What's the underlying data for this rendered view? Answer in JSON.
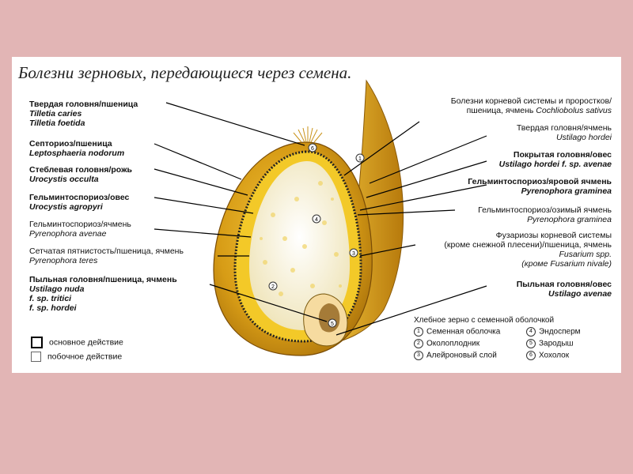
{
  "title": "Болезни  зерновых,  передающиеся через семена.",
  "left_labels": [
    {
      "l1": "Твердая головня/пшеница",
      "l2": "Tilletia caries",
      "l3": "Tilletia foetida",
      "major": true
    },
    {
      "l1": "Септориоз/пшеница",
      "l2": "Leptosphaeria nodorum",
      "major": true
    },
    {
      "l1": "Стеблевая головня/рожь",
      "l2": "Urocystis occulta",
      "major": true
    },
    {
      "l1": "Гельминтоспориоз/овес",
      "l2": "Urocystis agropyri",
      "major": true
    },
    {
      "l1": "Гельминтоспориоз/ячмень",
      "l2": "Pyrenophora avenae",
      "major": false
    },
    {
      "l1": "Сетчатая пятнистость/пшеница, ячмень",
      "l2": "Pyrenophora teres",
      "major": false
    },
    {
      "l1": "Пыльная головня/пшеница, ячмень",
      "l2": "Ustilago nuda",
      "l3": "f. sp. tritici",
      "l4": "f. sp. hordei",
      "major": true
    }
  ],
  "right_labels": [
    {
      "l1": "Болезни корневой системы и проростков/",
      "l2a": "пшеница, ячмень ",
      "l2b": "Cochliobolus sativus",
      "major": false
    },
    {
      "l1": "Твердая головня/ячмень",
      "l2": "Ustilago hordei",
      "major": false
    },
    {
      "l1": "Покрытая головня/овес",
      "l2": "Ustilago hordei f. sp. avenae",
      "major": true
    },
    {
      "l1": "Гельминтоспориоз/яровой ячмень",
      "l2": "Pyrenophora graminea",
      "major": true
    },
    {
      "l1": "Гельминтоспориоз/озимый ячмень",
      "l2": "Pyrenophora graminea",
      "major": false
    },
    {
      "l1": "Фузариозы корневой системы",
      "l2": "(кроме снежной плесени)/пшеница, ячмень",
      "l3": "Fusarium spp.",
      "l4": "(кроме Fusarium nivale)",
      "major": false
    },
    {
      "l1": "Пыльная головня/овес",
      "l2": "Ustilago avenae",
      "major": true
    }
  ],
  "legend": {
    "title": "Хлебное зерно с семенной оболочкой",
    "items": [
      {
        "num": "1",
        "label": "Семенная оболочка"
      },
      {
        "num": "2",
        "label": "Околоплодник"
      },
      {
        "num": "3",
        "label": "Алейроновый слой"
      },
      {
        "num": "4",
        "label": "Эндосперм"
      },
      {
        "num": "5",
        "label": "Зародыш"
      },
      {
        "num": "6",
        "label": "Хохолок"
      }
    ]
  },
  "key": {
    "major_label": "основное действие",
    "minor_label": "побочное действие"
  },
  "grain_markers": [
    "1",
    "2",
    "3",
    "4",
    "5",
    "6"
  ],
  "colors": {
    "background": "#e2b5b5",
    "husk": "#d9a21a",
    "husk_dark": "#a8700a",
    "aleurone": "#f3c928",
    "endosperm": "#f7f2dc",
    "line": "#000000"
  }
}
